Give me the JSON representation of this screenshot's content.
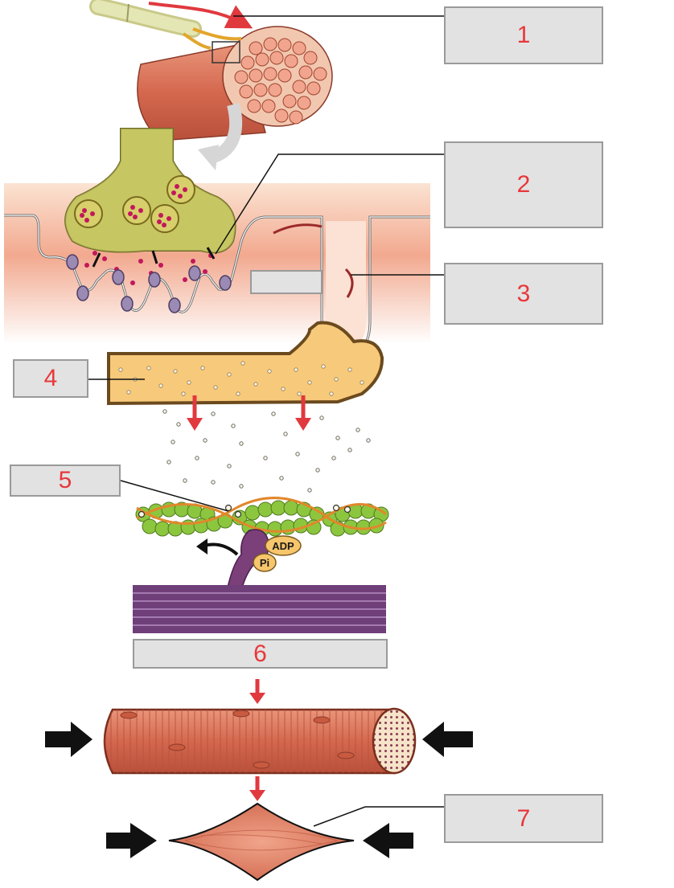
{
  "labels": [
    "1",
    "2",
    "",
    "3",
    "4",
    "5",
    "6",
    "7"
  ],
  "molecules": {
    "adp": "ADP",
    "pi": "Pi"
  },
  "colors": {
    "label_text": "#e8373b",
    "box_fill": "#e2e2e2",
    "box_border": "#9a9a9a",
    "nerve_terminal": "#b9b84a",
    "muscle": "#d9745c",
    "sarcoplasmic_reticulum": "#f7c97a",
    "actin": "#8cc63f",
    "myosin": "#7b3f7a",
    "arrow_red": "#e0393e"
  }
}
